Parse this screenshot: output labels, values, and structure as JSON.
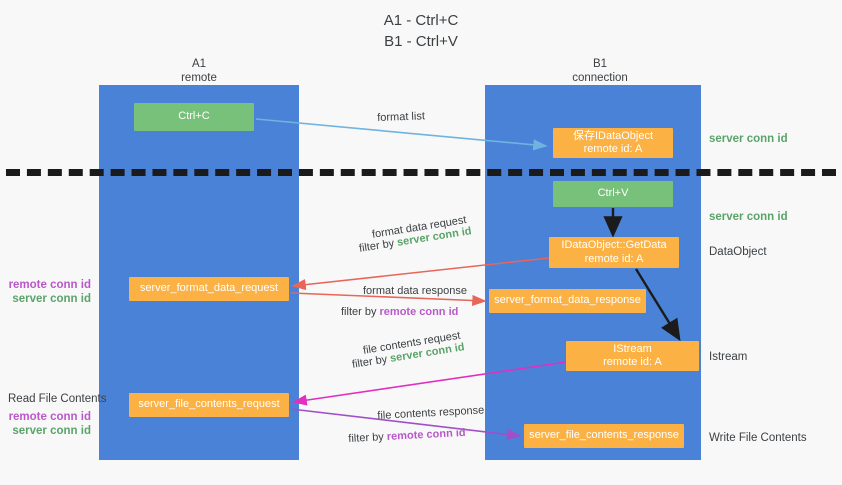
{
  "title": {
    "line1": "A1 - Ctrl+C",
    "line2": "B1 - Ctrl+V"
  },
  "columns": [
    {
      "id": "a1",
      "name": "A1",
      "subtitle": "remote"
    },
    {
      "id": "b1",
      "name": "B1",
      "subtitle": "connection"
    }
  ],
  "nodes": {
    "ctrl_c": {
      "line1": "Ctrl+C",
      "line2": "",
      "color": "#78c17b"
    },
    "data_object": {
      "line1": "保存IDataObject",
      "line2": "remote id: A",
      "color": "#fbb144"
    },
    "ctrl_v": {
      "line1": "Ctrl+V",
      "line2": "",
      "color": "#78c17b"
    },
    "get_data": {
      "line1": "IDataObject::GetData",
      "line2": "remote id: A",
      "color": "#fbb144"
    },
    "format_request": {
      "line1": "server_format_data_request",
      "line2": "",
      "color": "#fbb144"
    },
    "format_response": {
      "line1": "server_format_data_response",
      "line2": "",
      "color": "#fbb144"
    },
    "istream": {
      "line1": "IStream",
      "line2": "remote id: A",
      "color": "#fbb144"
    },
    "file_request": {
      "line1": "server_file_contents_request",
      "line2": "",
      "color": "#fbb144"
    },
    "file_response": {
      "line1": "server_file_contents_response",
      "line2": "",
      "color": "#fbb144"
    }
  },
  "edges": {
    "format_list": "format list",
    "format_data_request": "format data request",
    "format_data_request_filter_prefix": "filter by ",
    "format_data_request_filter_value": "server conn id",
    "format_data_response": "format data response",
    "format_data_response_filter_prefix": "filter by ",
    "format_data_response_filter_value": "remote conn id",
    "file_contents_request": "file contents request",
    "file_contents_request_filter_prefix": "filter by ",
    "file_contents_request_filter_value": "server conn id",
    "file_contents_response": "file contents response",
    "file_contents_response_filter_prefix": "filter by ",
    "file_contents_response_filter_value": "remote conn id"
  },
  "right_annotations": {
    "server_conn_id_top": "server conn id",
    "server_conn_id_mid": "server conn id",
    "data_object": "DataObject",
    "istream": "Istream",
    "write_file_contents": "Write File Contents"
  },
  "left_annotations": {
    "remote_conn_id_1": "remote conn id",
    "server_conn_id_1": "server conn id",
    "read_file_contents": "Read File Contents",
    "remote_conn_id_2": "remote conn id",
    "server_conn_id_2": "server conn id"
  },
  "colors": {
    "lane": "#4a82d8",
    "green_node": "#78c17b",
    "orange_node": "#fbb144",
    "server_conn_id": "#5aa469",
    "remote_conn_id": "#b959c9",
    "arrow_blue": "#6fb3e0",
    "arrow_red": "#e8655a",
    "arrow_magenta": "#e12fc0",
    "arrow_purple": "#a14fc9",
    "arrow_black": "#1b1b1b",
    "divider": "#1b1b1b",
    "background": "#f8f8f8"
  }
}
